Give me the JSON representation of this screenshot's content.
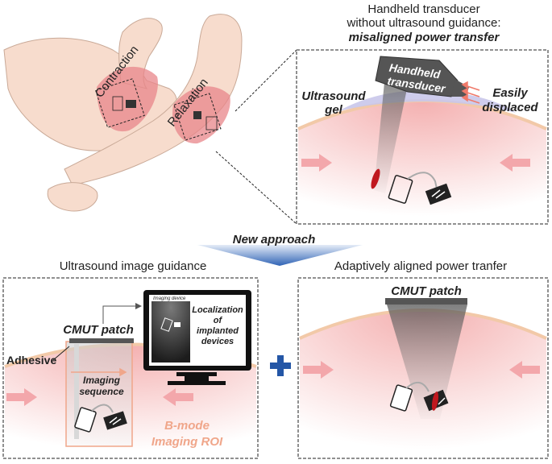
{
  "top_right": {
    "title_line1": "Handheld transducer",
    "title_line2": "without ultrasound guidance:",
    "title_line3": "misaligned power transfer",
    "transducer_line1": "Handheld",
    "transducer_line2": "transducer",
    "gel_line1": "Ultrasound",
    "gel_line2": "gel",
    "displaced_line1": "Easily",
    "displaced_line2": "displaced"
  },
  "arms": {
    "contraction": "Contraction",
    "relaxation": "Relaxation"
  },
  "middle": {
    "new_approach": "New approach"
  },
  "bottom_left": {
    "title": "Ultrasound image guidance",
    "cmut_patch": "CMUT patch",
    "adhesive": "Adhesive",
    "imaging_seq_line1": "Imaging",
    "imaging_seq_line2": "sequence",
    "roi_line1": "B-mode",
    "roi_line2": "Imaging ROI",
    "monitor_header": "Imaging device",
    "loc_line1": "Localization",
    "loc_line2": "of",
    "loc_line3": "implanted",
    "loc_line4": "devices"
  },
  "bottom_right": {
    "title": "Adaptively aligned power tranfer",
    "cmut_patch": "CMUT patch"
  },
  "colors": {
    "tissue_pink": "#f2b8b8",
    "skin": "#f7dccd",
    "gel_blue": "#c9c6ea",
    "muscle_red": "#e8868a",
    "arrow_pink": "#f3a7ab",
    "plus_blue": "#2456a6",
    "roi_orange": "#f0a68a"
  }
}
